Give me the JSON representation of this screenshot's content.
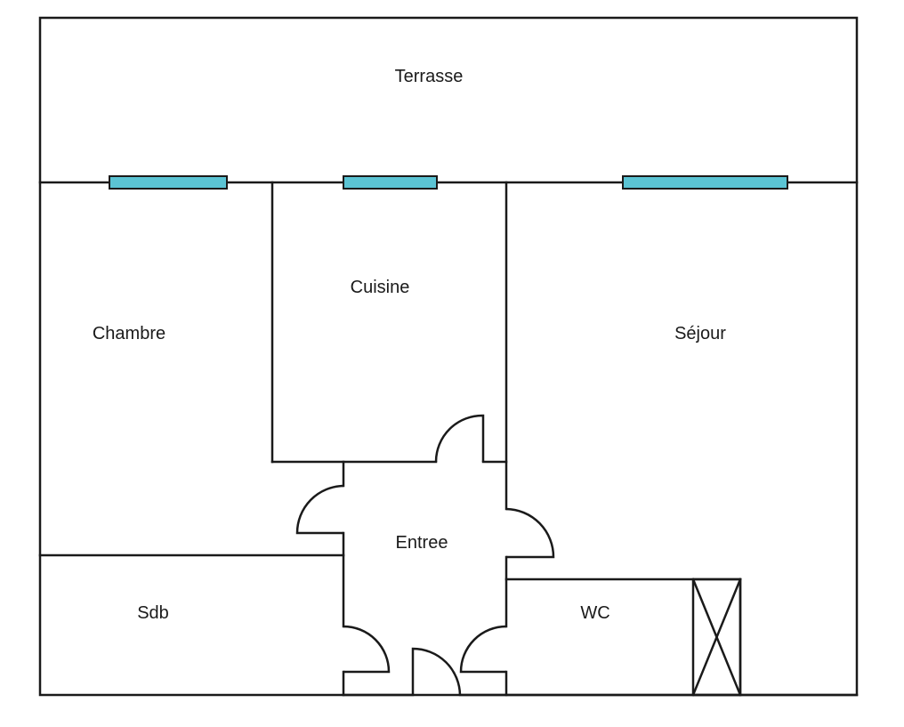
{
  "plan": {
    "rooms": {
      "terrasse": "Terrasse",
      "cuisine": "Cuisine",
      "chambre": "Chambre",
      "sejour": "Séjour",
      "entree": "Entree",
      "sdb": "Sdb",
      "wc": "WC"
    },
    "colors": {
      "wall": "#1a1a1a",
      "window": "#5bc4d4",
      "background": "#ffffff"
    }
  }
}
